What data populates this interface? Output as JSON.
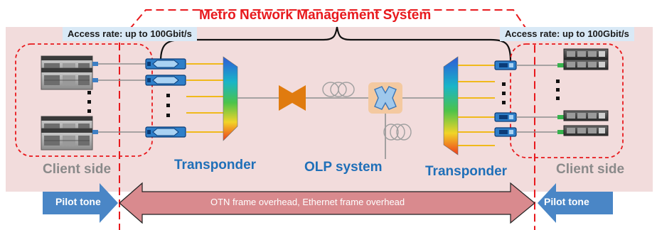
{
  "diagram": {
    "title": "Metro Network Management System",
    "access_rate_left": "Access rate: up to 100Gbit/s",
    "access_rate_right": "Access rate: up to 100Gbit/s",
    "client_side_left": "Client side",
    "client_side_right": "Client side",
    "transponder_left": "Transponder",
    "transponder_right": "Transponder",
    "olp_system": "OLP system",
    "pilot_tone_left": "Pilot tone",
    "pilot_tone_right": "Pilot tone",
    "overhead_label": "OTN frame overhead, Ethernet frame overhead"
  },
  "colors": {
    "background_band": "#f2dcdc",
    "dashed_red": "#e8191d",
    "blue_text": "#1f6fb8",
    "pilot_arrow": "#4a86c6",
    "otn_arrow": "#d98a8e",
    "amplifier": "#e07b0f",
    "switch_bg": "#f4c9a0"
  },
  "icons": [
    "server-icon",
    "transponder-module-icon",
    "multiplexer-icon",
    "amplifier-icon",
    "fiber-coil-icon",
    "optical-switch-icon"
  ]
}
